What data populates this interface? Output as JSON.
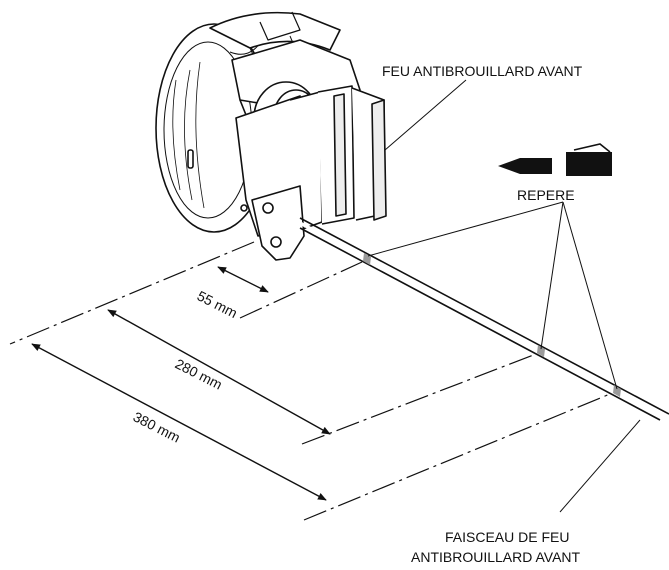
{
  "labels": {
    "fog_lamp": "FEU ANTIBROUILLARD AVANT",
    "marker": "REPERE",
    "harness_line1": "FAISCEAU DE FEU",
    "harness_line2": "ANTIBROUILLARD AVANT"
  },
  "dimensions": [
    {
      "value": "55 mm"
    },
    {
      "value": "280 mm"
    },
    {
      "value": "380 mm"
    }
  ],
  "icons": [
    "marker-pen-icon"
  ],
  "colors": {
    "line": "#111111",
    "mark": "#9a9a9a",
    "fill": "#ffffff"
  }
}
